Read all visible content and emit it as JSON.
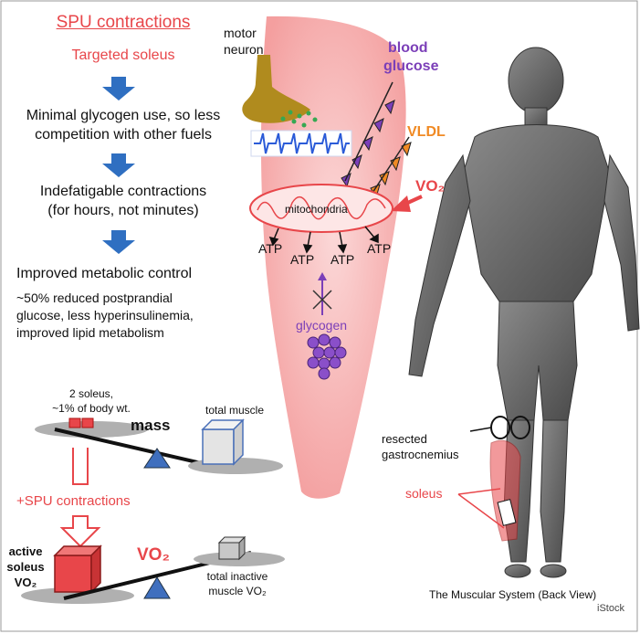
{
  "left": {
    "heading": "SPU contractions",
    "subheading": "Targeted soleus",
    "step1": [
      "Minimal glycogen use, so less",
      "competition with other fuels"
    ],
    "step2": [
      "Indefatigable contractions",
      "(for hours, not minutes)"
    ],
    "step3_title": "Improved metabolic control",
    "step3_detail": [
      "~50% reduced postprandial",
      "glucose, less hyperinsulinemia,",
      "improved lipid metabolism"
    ]
  },
  "balance_top": {
    "soleus_label": [
      "2 soleus,",
      "~1% of body wt."
    ],
    "mass_label": "mass",
    "total_label": "total muscle"
  },
  "transition_label": "+SPU contractions",
  "balance_bottom": {
    "active_label": [
      "active",
      "soleus",
      "VO₂"
    ],
    "vo2_label": "VO₂",
    "inactive_label": [
      "total inactive",
      "muscle VO₂"
    ]
  },
  "cell": {
    "motor_neuron": [
      "motor",
      "neuron"
    ],
    "blood_glucose": [
      "blood",
      "glucose"
    ],
    "vldl": "VLDL",
    "vo2": "VO₂",
    "mitochondria": "mitochondria",
    "atp": [
      "ATP",
      "ATP",
      "ATP",
      "ATP"
    ],
    "glycogen": "glycogen"
  },
  "anatomy": {
    "resected": [
      "resected",
      "gastrocnemius"
    ],
    "soleus": "soleus",
    "caption": "The Muscular System (Back View)",
    "credit": "iStock"
  },
  "colors": {
    "accent_red": "#e8464a",
    "arrow_blue": "#2f6fc1",
    "purple": "#7b3fb8",
    "orange": "#f08a24"
  }
}
